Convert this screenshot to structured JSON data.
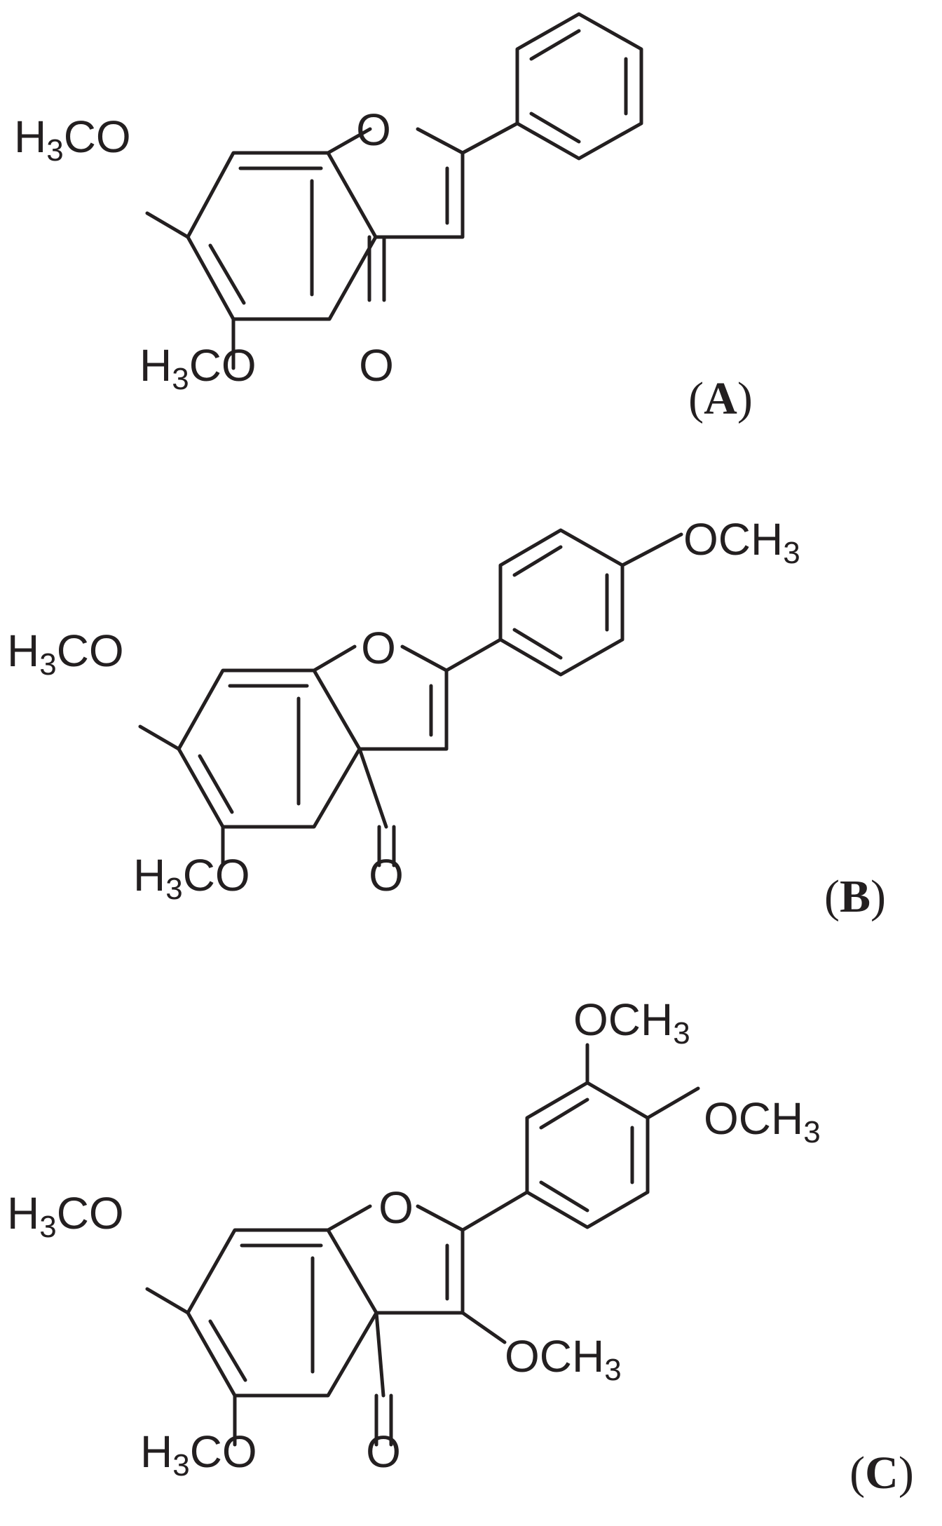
{
  "panels": [
    {
      "label": "A",
      "substituents": {
        "c7": {
          "main": "H",
          "sub": "3",
          "rest": "CO"
        },
        "c5": {
          "main": "H",
          "sub": "3",
          "rest": "CO"
        },
        "ring_o": "O",
        "carbonyl_o": "O"
      }
    },
    {
      "label": "B",
      "substituents": {
        "c7": {
          "main": "H",
          "sub": "3",
          "rest": "CO"
        },
        "c5": {
          "main": "H",
          "sub": "3",
          "rest": "CO"
        },
        "ring_o": "O",
        "carbonyl_o": "O",
        "c4p": {
          "main": "OCH",
          "sub": "3"
        }
      }
    },
    {
      "label": "C",
      "substituents": {
        "c7": {
          "main": "H",
          "sub": "3",
          "rest": "CO"
        },
        "c5": {
          "main": "H",
          "sub": "3",
          "rest": "CO"
        },
        "ring_o": "O",
        "carbonyl_o": "O",
        "c3": {
          "main": "OCH",
          "sub": "3"
        },
        "c3p": {
          "main": "OCH",
          "sub": "3"
        },
        "c4p": {
          "main": "OCH",
          "sub": "3"
        }
      }
    }
  ],
  "colors": {
    "ink": "#231f20",
    "background": "#ffffff"
  }
}
